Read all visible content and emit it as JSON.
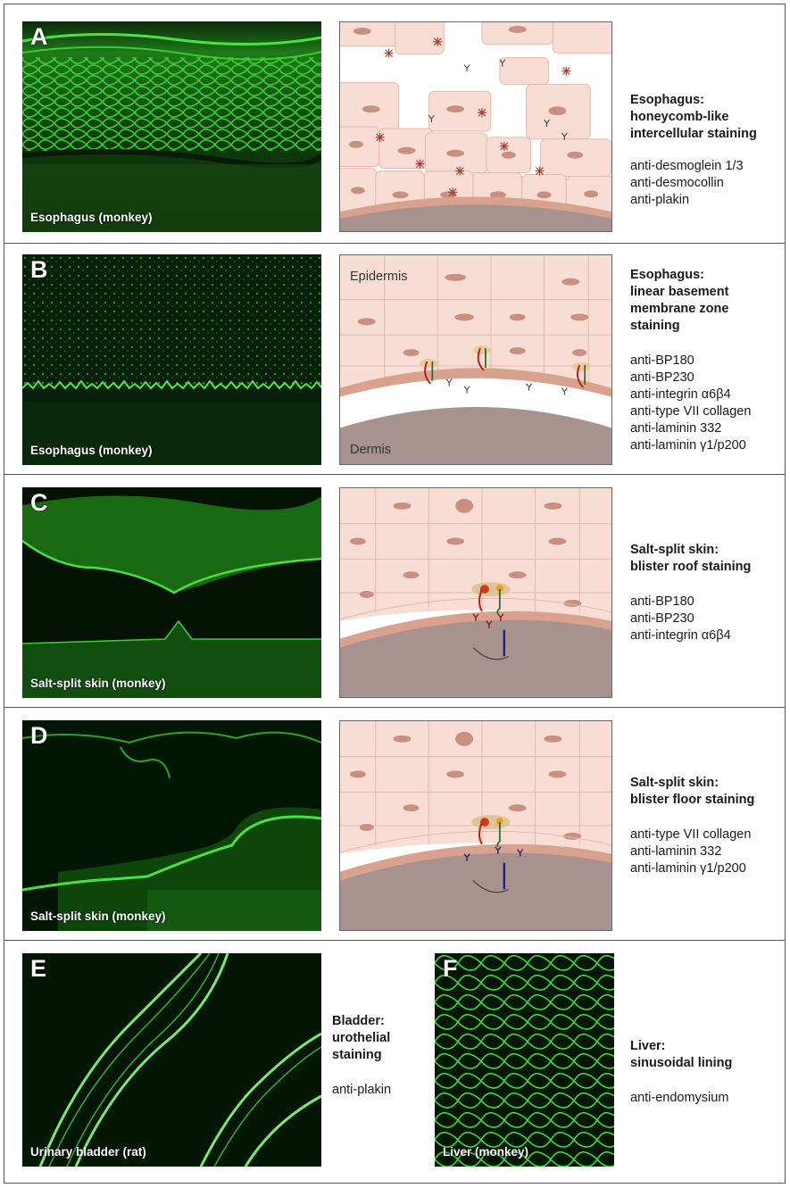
{
  "panels": [
    {
      "letter": "A",
      "caption": "Esophagus (monkey)",
      "title": [
        "Esophagus:",
        "honeycomb-like",
        "intercellular staining"
      ],
      "antibodies": [
        "anti-desmoglein 1/3",
        "anti-desmocollin",
        "anti-plakin"
      ],
      "labels": {}
    },
    {
      "letter": "B",
      "caption": "Esophagus (monkey)",
      "title": [
        "Esophagus:",
        "linear basement",
        "membrane zone",
        "staining"
      ],
      "antibodies": [
        "anti-BP180",
        "anti-BP230",
        "anti-integrin α6β4",
        "anti-type VII collagen",
        "anti-laminin 332",
        "anti-laminin γ1/p200"
      ],
      "labels": {
        "top": "Epidermis",
        "bottom": "Dermis"
      }
    },
    {
      "letter": "C",
      "caption": "Salt-split skin (monkey)",
      "title": [
        "Salt-split skin:",
        "blister roof staining"
      ],
      "antibodies": [
        "anti-BP180",
        "anti-BP230",
        "anti-integrin α6β4"
      ],
      "labels": {}
    },
    {
      "letter": "D",
      "caption": "Salt-split skin (monkey)",
      "title": [
        "Salt-split skin:",
        "blister floor staining"
      ],
      "antibodies": [
        "anti-type VII collagen",
        "anti-laminin 332",
        "anti-laminin γ1/p200"
      ],
      "labels": {}
    },
    {
      "letter": "E",
      "caption": "Urinary bladder (rat)",
      "title": [
        "Bladder:",
        "urothelial",
        "staining"
      ],
      "antibodies": [
        "anti-plakin"
      ],
      "labels": {}
    },
    {
      "letter": "F",
      "caption": "Liver (monkey)",
      "title": [
        "Liver:",
        "sinusoidal lining"
      ],
      "antibodies": [
        "anti-endomysium"
      ],
      "labels": {}
    }
  ],
  "colors": {
    "fluorescence": "#3ed93a",
    "cell_fill": "#f8ddd4",
    "nucleus": "#c98f80",
    "basement": "#d8a28e",
    "dermis": "#a8928f",
    "border": "#555555"
  }
}
